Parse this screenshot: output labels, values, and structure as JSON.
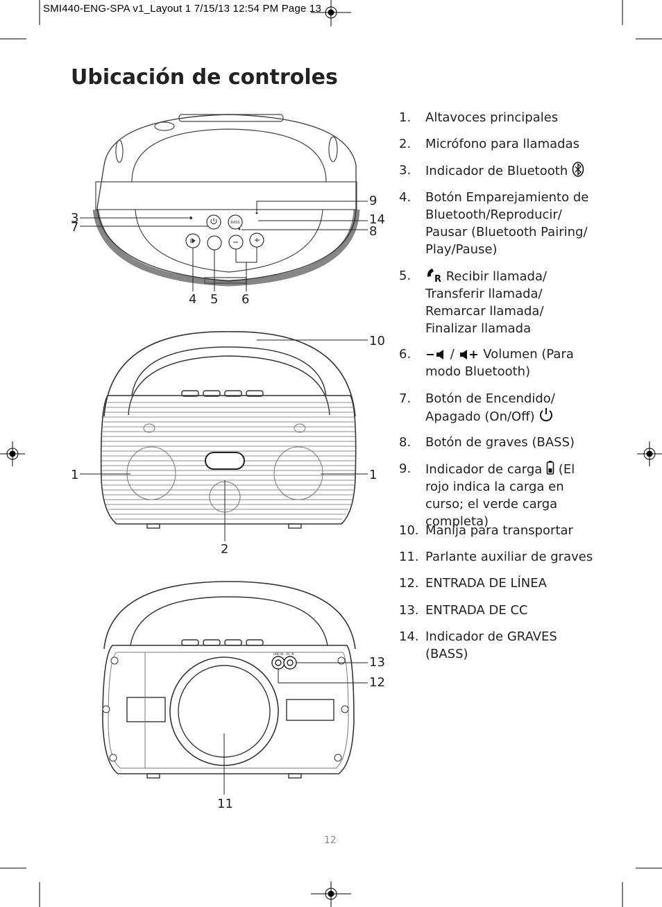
{
  "header": {
    "slug": "SMI440-ENG-SPA v1_Layout 1  7/15/13  12:54 PM  Page 13"
  },
  "title": "Ubicación de controles",
  "controls": [
    {
      "num": "1.",
      "text": "Altavoces principales"
    },
    {
      "num": "2.",
      "text": "Micrófono para llamadas"
    },
    {
      "num": "3.",
      "text": "Indicador de Bluetooth",
      "icon": "bluetooth-icon"
    },
    {
      "num": "4.",
      "text": "Botón Emparejamiento de Bluetooth/Reproducir/ Pausar (Bluetooth Pairing/ Play/Pause)"
    },
    {
      "num": "5.",
      "text": "Recibir llamada/ Transferir llamada/ Remarcar llamada/ Finalizar llamada",
      "icon": "phone-redial-icon"
    },
    {
      "num": "6.",
      "text": "/",
      "text2": "Volumen (Para modo Bluetooth)",
      "icon": "volume-down-icon",
      "icon2": "volume-up-icon"
    },
    {
      "num": "7.",
      "text": "Botón de Encendido/ Apagado (On/Off)",
      "icon": "power-icon"
    },
    {
      "num": "8.",
      "text": "Botón de graves (BASS)"
    },
    {
      "num": "9.",
      "text": "Indicador de carga",
      "text2": "(El rojo indica la carga en curso; el verde carga completa)",
      "icon": "battery-icon"
    },
    {
      "num": "10.",
      "text": "Manija para transportar"
    },
    {
      "num": "11.",
      "text": "Parlante auxiliar de graves"
    },
    {
      "num": "12.",
      "text": "ENTRADA DE LÍNEA"
    },
    {
      "num": "13.",
      "text": "ENTRADA DE CC"
    },
    {
      "num": "14.",
      "text": "Indicador de GRAVES (BASS)"
    }
  ],
  "diagram_labels": {
    "top": [
      "3",
      "7",
      "9",
      "14",
      "8",
      "4",
      "5",
      "6"
    ],
    "front": [
      "10",
      "1",
      "1",
      "2"
    ],
    "back": [
      "13",
      "12",
      "11"
    ]
  },
  "device_text": {
    "bass_button": "BASS",
    "line_in": "LINE IN",
    "dc_in": "DC IN"
  },
  "page_number": "12"
}
